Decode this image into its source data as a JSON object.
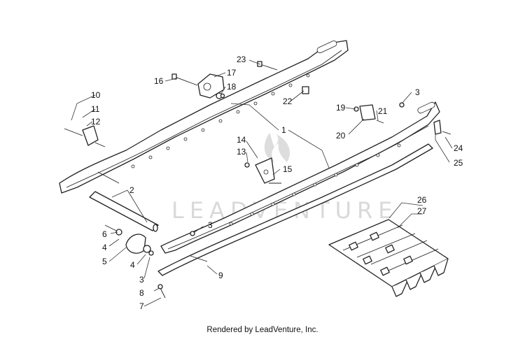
{
  "watermark": "LEADVENTURE",
  "credit": "Rendered by LeadVenture, Inc.",
  "callouts": [
    "1",
    "2",
    "3",
    "3",
    "3",
    "4",
    "4",
    "5",
    "6",
    "7",
    "8",
    "9",
    "10",
    "11",
    "12",
    "13",
    "14",
    "15",
    "16",
    "17",
    "18",
    "19",
    "20",
    "21",
    "22",
    "23",
    "24",
    "25",
    "26",
    "27"
  ]
}
